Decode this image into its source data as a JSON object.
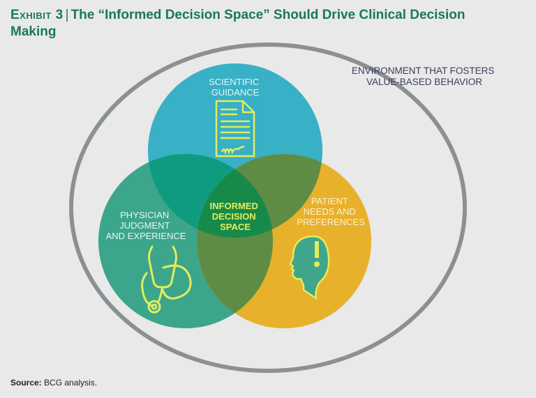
{
  "title": {
    "exhibit": "Exhibit 3",
    "separator": "|",
    "text": "The “Informed Decision Space” Should Drive Clinical Decision Making"
  },
  "diagram": {
    "environment_label": [
      "ENVIRONMENT THAT FOSTERS",
      "VALUE-BASED BEHAVIOR"
    ],
    "circles": [
      {
        "name": "scientific-guidance",
        "label": [
          "SCIENTIFIC",
          "GUIDANCE"
        ],
        "icon": "document-icon",
        "color": "#38b0c5"
      },
      {
        "name": "physician-judgment",
        "label": [
          "PHYSICIAN",
          "JUDGMENT",
          "AND EXPERIENCE"
        ],
        "icon": "stethoscope-icon",
        "color": "#3ba68b"
      },
      {
        "name": "patient-needs",
        "label": [
          "PATIENT",
          "NEEDS AND",
          "PREFERENCES"
        ],
        "icon": "head-exclamation-icon",
        "color": "#e7b12b"
      }
    ],
    "center_label": [
      "INFORMED",
      "DECISION",
      "SPACE"
    ],
    "colors": {
      "outer_ring": "#8a9094",
      "overlap_blue_green": "#0f9b80",
      "overlap_blue_yellow": "#5e8c45",
      "overlap_green_yellow": "#5e8c45",
      "center": "#178a4a",
      "icon": "#e4ec5c"
    }
  },
  "source": {
    "label": "Source:",
    "text": "BCG analysis."
  }
}
